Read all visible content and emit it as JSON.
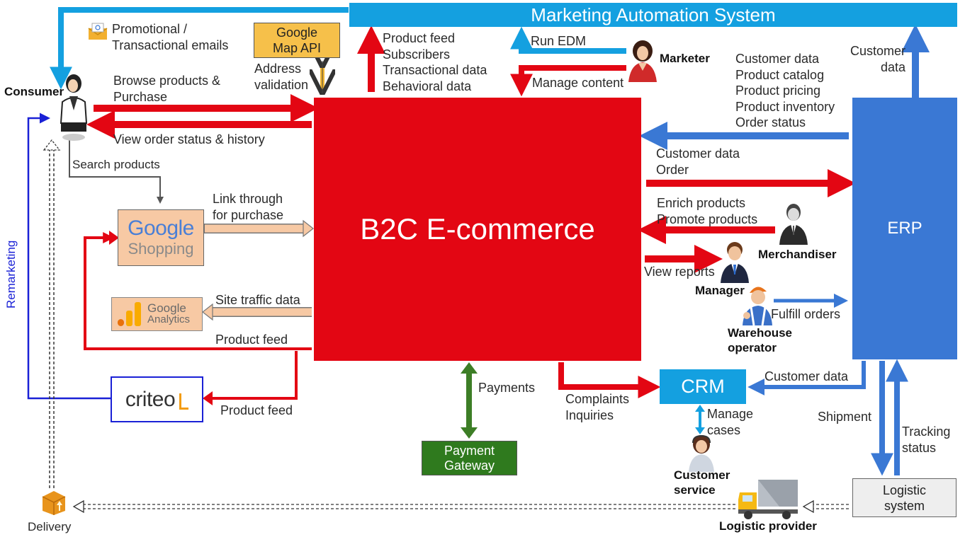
{
  "mas": {
    "title": "Marketing Automation System"
  },
  "b2c": {
    "title": "B2C E-commerce"
  },
  "erp": {
    "title": "ERP"
  },
  "crm": {
    "title": "CRM"
  },
  "google_map": {
    "line1": "Google",
    "line2": "Map API"
  },
  "google_shopping": {
    "word1": "Google",
    "word2": "Shopping"
  },
  "google_analytics": {
    "word1": "Google",
    "word2": "Analytics"
  },
  "criteo": {
    "word": "criteo"
  },
  "payment_gateway": {
    "line1": "Payment",
    "line2": "Gateway"
  },
  "logistic_system": {
    "line1": "Logistic",
    "line2": "system"
  },
  "actors": {
    "consumer": "Consumer",
    "marketer": "Marketer",
    "merchandiser": "Merchandiser",
    "manager": "Manager",
    "warehouse_line1": "Warehouse",
    "warehouse_line2": "operator",
    "customer_service_line1": "Customer",
    "customer_service_line2": "service",
    "logistic_provider": "Logistic provider",
    "delivery": "Delivery"
  },
  "labels": {
    "promo_line1": "Promotional /",
    "promo_line2": "Transactional emails",
    "address_line1": "Address",
    "address_line2": "validation",
    "mas_feed": [
      "Product feed",
      "Subscribers",
      "Transactional data",
      "Behavioral data"
    ],
    "run_edm": "Run EDM",
    "manage_content": "Manage content",
    "erp_to_b2c": [
      "Customer data",
      "Product catalog",
      "Product pricing",
      "Product inventory",
      "Order status"
    ],
    "erp_to_mas_line1": "Customer",
    "erp_to_mas_line2": "data",
    "browse_line1": "Browse products &",
    "browse_line2": "Purchase",
    "view_order": "View order status & history",
    "search_products": "Search products",
    "link_through_line1": "Link through",
    "link_through_line2": "for purchase",
    "site_traffic": "Site traffic data",
    "product_feed_shopping": "Product feed",
    "product_feed_criteo": "Product feed",
    "remarketing": "Remarketing",
    "b2c_to_erp_line1": "Customer data",
    "b2c_to_erp_line2": "Order",
    "enrich_line1": "Enrich products",
    "enrich_line2": "Promote products",
    "view_reports": "View reports",
    "fulfill_orders": "Fulfill orders",
    "payments": "Payments",
    "complaints_line1": "Complaints",
    "complaints_line2": "Inquiries",
    "crm_customer_data": "Customer data",
    "manage_line1": "Manage",
    "manage_line2": "cases",
    "shipment": "Shipment",
    "tracking_line1": "Tracking",
    "tracking_line2": "status"
  },
  "colors": {
    "red": "#e30613",
    "blue": "#3a78d4",
    "mas_blue": "#14a0e0",
    "green": "#2f7a1e",
    "orange": "#f6c04a",
    "peach": "#f7c9a4",
    "criteo_blue": "#1a21d6"
  }
}
